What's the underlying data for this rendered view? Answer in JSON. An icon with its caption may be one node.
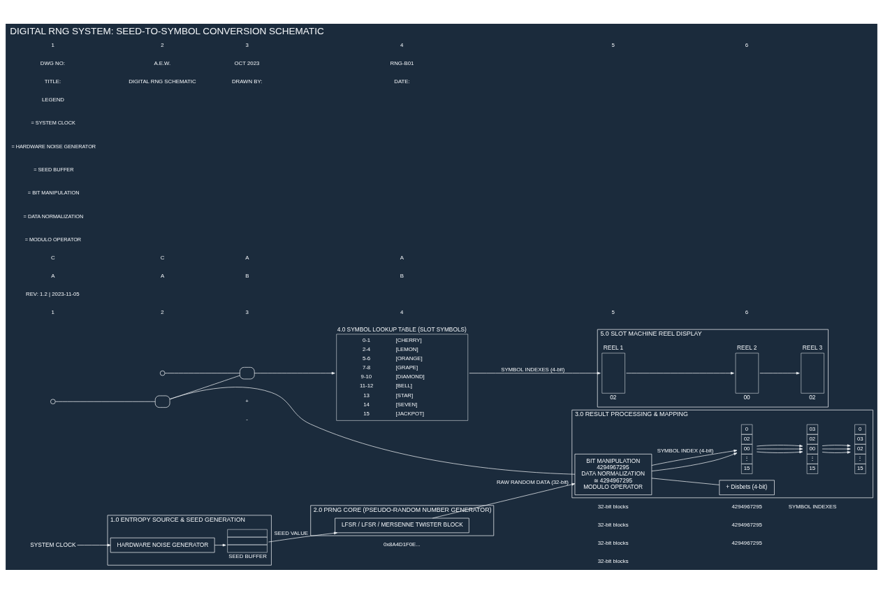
{
  "diagram": {
    "title": "DIGITAL RNG SYSTEM: SEED-TO-SYMBOL CONVERSION SCHEMATIC",
    "nodes": [
      {
        "text": [
          "1.0 ENTROPY SOURCE & SEED GENERATION"
        ]
      },
      {
        "text": [
          "SYSTEM CLOCK"
        ]
      },
      {
        "text": [
          "HARDWARE NOISE GENERATOR"
        ],
        "in": 0
      },
      {
        "text": [
          "SEED BUFFER"
        ],
        "in": 0
      },
      {
        "text": [
          "2.0 PRNG CORE (PSEUDO-RANDOM NUMBER GENERATOR)"
        ]
      },
      {
        "text": [
          "LFSR / LFSR / MERSENNE TWISTER BLOCK"
        ],
        "in": 4
      },
      {
        "text": [
          "3.0 RESULT PROCESSING & MAPPING"
        ]
      },
      {
        "text": [
          "BIT MANIPULATION",
          "4294967295",
          "DATA NORMALIZATION",
          "≅ 4294967295",
          "MODULO OPERATOR"
        ],
        "in": 6
      },
      {
        "text": [
          "+ Disbets (4-bit)"
        ],
        "in": 6
      },
      {
        "text": [
          "0",
          "02",
          "00",
          "⋮",
          "15"
        ],
        "in": 6
      },
      {
        "text": [
          "03",
          "02",
          "00",
          "⋮",
          "15"
        ],
        "in": 6
      },
      {
        "text": [
          "0",
          "03",
          "02",
          "⋮",
          "15"
        ],
        "in": 6
      },
      {
        "text": [],
        "shape": "gate"
      },
      {
        "text": [],
        "shape": "circle"
      },
      {
        "text": [],
        "shape": "circle"
      },
      {
        "text": [],
        "shape": "gate"
      },
      {
        "text": [
          "4.0 SYMBOL LOOKUP TABLE (SLOT SYMBOLS)",
          "0-1",
          "[CHERRY]",
          "2-4",
          "[LEMON]",
          "5-6",
          "[ORANGE]",
          "7-8",
          "[GRAPE]",
          "9-10",
          "[DIAMOND]",
          "11-12",
          "[BELL]",
          "13",
          "[STAR]",
          "14",
          "[SEVEN]",
          "15",
          "[JACKPOT]"
        ]
      },
      {
        "text": [
          "5.0 SLOT MACHINE REEL DISPLAY"
        ]
      },
      {
        "text": [
          "REEL 1"
        ],
        "beside": [
          "02"
        ],
        "in": 17
      },
      {
        "text": [
          "REEL 2"
        ],
        "beside": [
          "00"
        ],
        "in": 17
      },
      {
        "text": [
          "REEL 3"
        ],
        "beside": [
          "02"
        ],
        "in": 17
      }
    ],
    "edges": [
      {
        "from": 1,
        "to": 2,
        "arrow": "to"
      },
      {
        "from": 2,
        "to": 3,
        "arrow": "to"
      },
      {
        "from": 3,
        "to": 5,
        "arrow": "to",
        "label": "SEED VALUE"
      },
      {
        "from": 5,
        "to": 7,
        "arrow": "to",
        "label": "RAW RANDOM DATA (32-bit)"
      },
      {
        "from": 7,
        "to": 9,
        "arrow": "to"
      },
      {
        "from": 7,
        "to": 9,
        "arrow": "to",
        "label": "SYMBOL INDEX (4-bit)"
      },
      {
        "from": 7,
        "to": 8,
        "arrow": "none"
      },
      {
        "from": 9,
        "to": 10,
        "arrow": "to"
      },
      {
        "from": 9,
        "to": 10,
        "arrow": "to"
      },
      {
        "from": 9,
        "to": 10,
        "arrow": "to"
      },
      {
        "from": 10,
        "to": 11,
        "arrow": "to"
      },
      {
        "from": 10,
        "to": 11,
        "arrow": "to"
      },
      {
        "from": 10,
        "to": 11,
        "arrow": "to"
      },
      {
        "from": 7,
        "to": 12,
        "arrow": "none"
      },
      {
        "from": 13,
        "to": 12,
        "arrow": "none"
      },
      {
        "from": 12,
        "to": 15,
        "arrow": "none"
      },
      {
        "from": 14,
        "to": 15,
        "arrow": "none"
      },
      {
        "from": 15,
        "to": 16,
        "arrow": "to"
      },
      {
        "from": 16,
        "to": 18,
        "arrow": "to",
        "label": "SYMBOL INDEXES (4-bit)"
      },
      {
        "from": 18,
        "to": 19,
        "arrow": "to"
      },
      {
        "from": 19,
        "to": 20,
        "arrow": "to"
      }
    ],
    "labels": [
      "1",
      "2",
      "3",
      "4",
      "5",
      "6",
      "REV: 1.2 | 2023-11-05",
      "A",
      "A",
      "SYMBOL INDEXES",
      "0x8A4D1F0E...",
      "32-bit blocks",
      "32-bit blocks",
      "32-bit blocks",
      "32-bit blocks",
      "4294967295",
      "4294967295",
      "4294967295",
      "B",
      "B",
      "+",
      "-",
      "C",
      "C",
      "A",
      "A",
      "LEGEND",
      "TITLE:",
      "DIGITAL RNG SCHEMATIC",
      "DRAWN BY:",
      "DATE:",
      "DWG NO:",
      "A.E.W.",
      "OCT 2023",
      "RNG-B01",
      "1",
      "2",
      "3",
      "4",
      "5",
      "6"
    ],
    "legend": [
      {
        "text": "= SYSTEM CLOCK"
      },
      {
        "text": "= HARDWARE NOISE GENERATOR"
      },
      {
        "text": "= SEED BUFFER"
      },
      {
        "text": "= BIT MANIPULATION"
      },
      {
        "text": "= DATA NORMALIZATION"
      },
      {
        "text": "= MODULO OPERATOR"
      }
    ]
  }
}
